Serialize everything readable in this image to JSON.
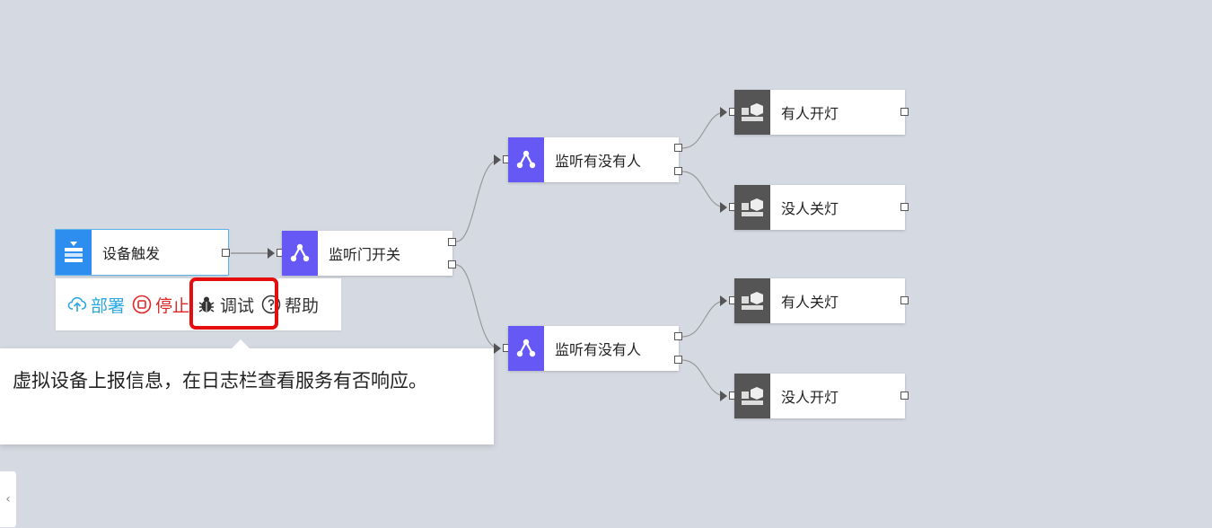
{
  "nodes": {
    "device_trigger": "设备触发",
    "listen_door": "监听门开关",
    "listen_person_top": "监听有没有人",
    "listen_person_bottom": "监听有没有人",
    "someone_light_on": "有人开灯",
    "nobody_light_off": "没人关灯",
    "someone_light_off": "有人关灯",
    "nobody_light_on": "没人开灯"
  },
  "toolbar": {
    "deploy_label": "部署",
    "stop_label": "停止",
    "debug_label": "调试",
    "help_label": "帮助"
  },
  "tooltip": {
    "text": "虚拟设备上报信息，在日志栏查看服务有否响应。"
  },
  "icons": {
    "trigger": "device-trigger-icon",
    "listener": "listener-node-icon",
    "action": "action-node-icon",
    "deploy": "cloud-upload-icon",
    "stop": "stop-icon",
    "debug": "bug-icon",
    "help": "help-icon",
    "collapse": "chevron-left-icon"
  },
  "colors": {
    "background": "#d5d9e1",
    "trigger_icon": "#2d8ef0",
    "listener_icon": "#6558f5",
    "action_icon": "#555555",
    "deploy": "#2aa7e0",
    "stop": "#e22424",
    "highlight": "#e50d0d"
  }
}
